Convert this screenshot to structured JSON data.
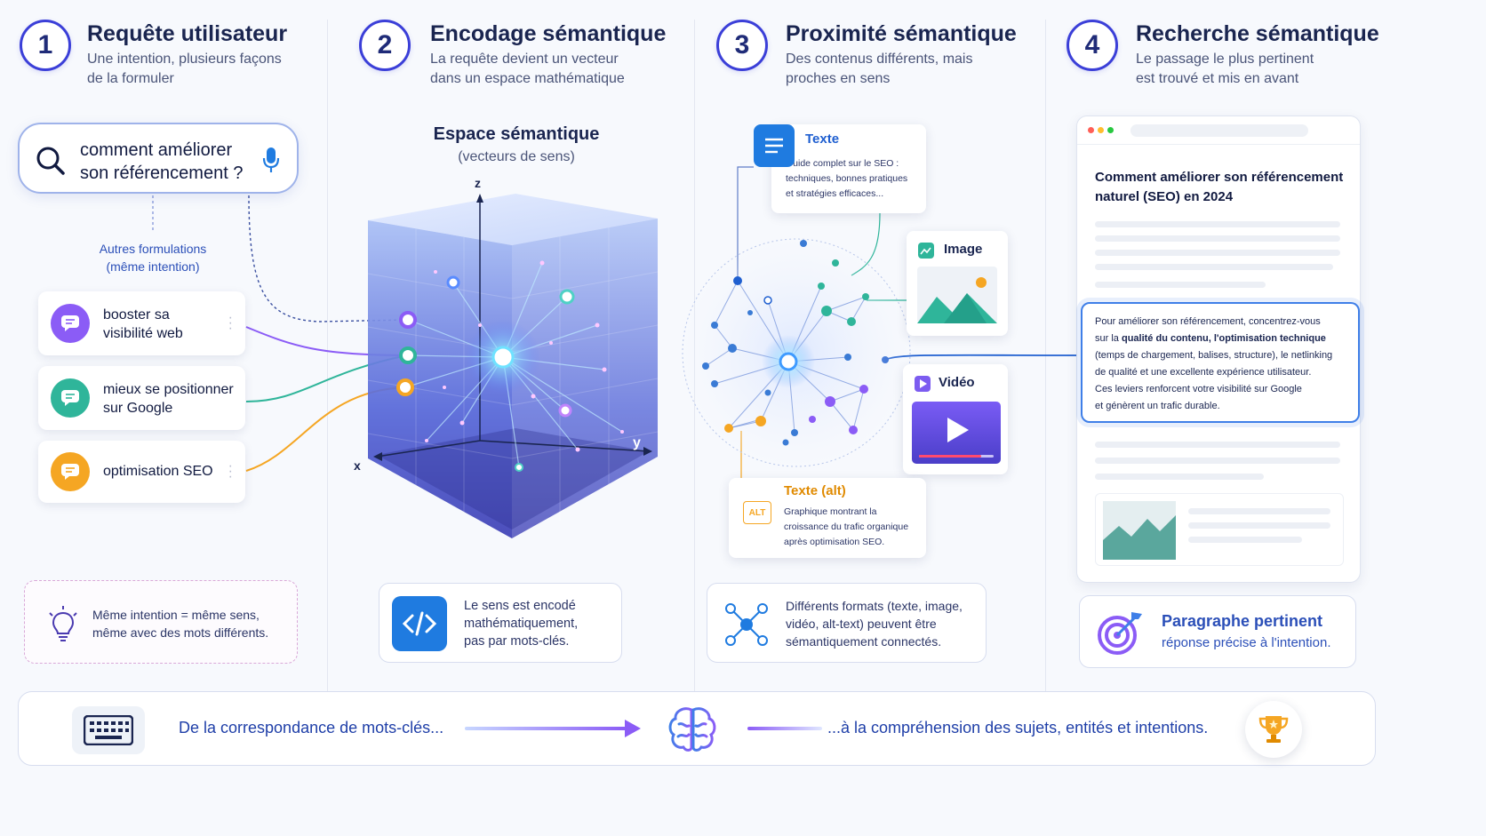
{
  "steps": [
    {
      "number": "1",
      "title": "Requête utilisateur",
      "subtitle": "Une intention, plusieurs façons\nde la formuler"
    },
    {
      "number": "2",
      "title": "Encodage sémantique",
      "subtitle": "La requête devient un vecteur\ndans un espace mathématique"
    },
    {
      "number": "3",
      "title": "Proximité sémantique",
      "subtitle": "Des contenus différents, mais\nproches en sens"
    },
    {
      "number": "4",
      "title": "Recherche sémantique",
      "subtitle": "Le passage le plus pertinent\nest trouvé et mis en avant"
    }
  ],
  "query": {
    "text": "comment améliorer\nson référencement ?"
  },
  "alt_formulations": {
    "label": "Autres formulations\n(même intention)"
  },
  "variants": [
    {
      "text": "booster sa\nvisibilité web",
      "color": "#8b5cf6"
    },
    {
      "text": "mieux se positionner\nsur Google",
      "color": "#2fb59a"
    },
    {
      "text": "optimisation SEO",
      "color": "#f5a623"
    }
  ],
  "intent_note": {
    "text": "Même intention = même sens,\nmême avec des mots différents."
  },
  "semantic_space": {
    "title": "Espace sémantique",
    "subtitle": "(vecteurs de sens)",
    "axis_z": "z",
    "axis_x": "x",
    "axis_y": "y"
  },
  "encoding_note": {
    "text": "Le sens est encodé\nmathématiquement,\npas par mots-clés."
  },
  "formats": {
    "text": {
      "title": "Texte",
      "body": "Guide complet sur le SEO :\ntechniques, bonnes pratiques\net stratégies efficaces..."
    },
    "image": {
      "title": "Image"
    },
    "video": {
      "title": "Vidéo"
    },
    "alt": {
      "title": "Texte (alt)",
      "badge": "ALT",
      "body": "Graphique montrant la\ncroissance du trafic organique\naprès optimisation SEO."
    }
  },
  "formats_note": {
    "text": "Différents formats (texte, image,\nvidéo, alt-text) peuvent être\nsémantiquement connectés."
  },
  "result_page": {
    "heading": "Comment améliorer son référencement\nnaturel (SEO) en 2024",
    "passage_parts": [
      {
        "t": "Pour améliorer son référencement, concentrez-vous\nsur la ",
        "b": false
      },
      {
        "t": "qualité du contenu, l'optimisation technique",
        "b": true
      },
      {
        "t": "\n(temps de chargement, balises, structure), le netlinking\nde qualité et une excellente expérience utilisateur.\nCes leviers renforcent votre visibilité sur Google\net génèrent un trafic durable.",
        "b": false
      }
    ]
  },
  "relevant_note": {
    "title": "Paragraphe pertinent",
    "subtitle": "réponse précise à l'intention."
  },
  "footer": {
    "left": "De la correspondance de mots-clés...",
    "right": "...à la compréhension des sujets, entités et intentions."
  },
  "colors": {
    "accent": "#3b3fd8",
    "navy": "#1a2550",
    "blue": "#1f7be0",
    "purple": "#8b5cf6",
    "teal": "#2fb59a",
    "orange": "#f5a623"
  }
}
